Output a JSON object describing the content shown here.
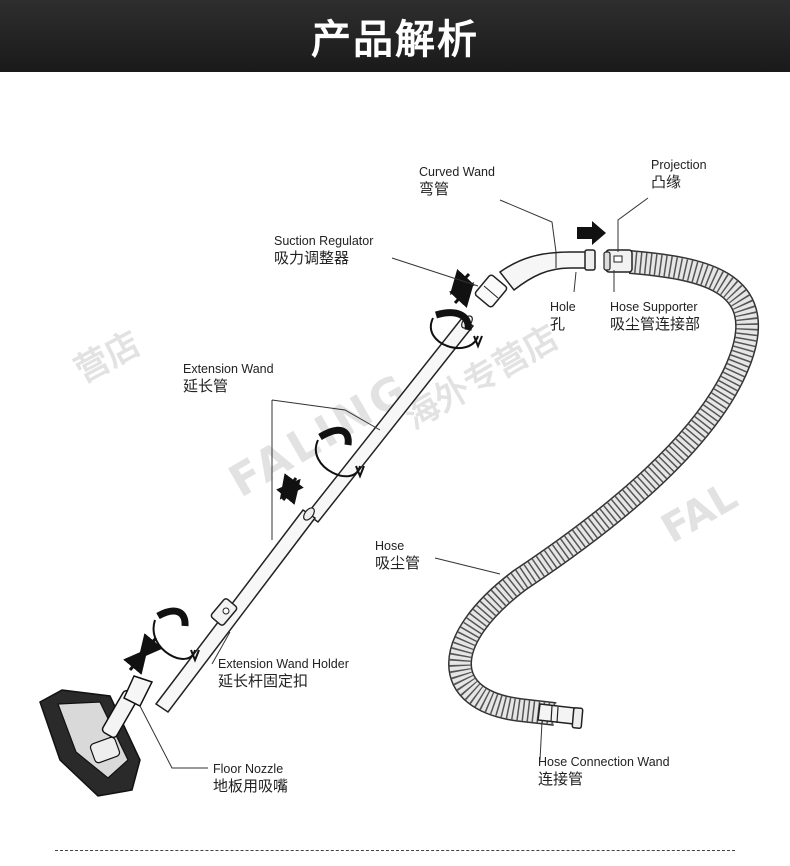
{
  "header": {
    "title": "产品解析"
  },
  "labels": {
    "curved_wand": {
      "en": "Curved Wand",
      "zh": "弯管"
    },
    "projection": {
      "en": "Projection",
      "zh": "凸缘"
    },
    "suction_regulator": {
      "en": "Suction Regulator",
      "zh": "吸力调整器"
    },
    "hole": {
      "en": "Hole",
      "zh": "孔"
    },
    "hose_supporter": {
      "en": "Hose Supporter",
      "zh": "吸尘管连接部"
    },
    "extension_wand": {
      "en": "Extension Wand",
      "zh": "延长管"
    },
    "hose": {
      "en": "Hose",
      "zh": "吸尘管"
    },
    "extension_wand_holder": {
      "en": "Extension Wand Holder",
      "zh": "延长杆固定扣"
    },
    "floor_nozzle": {
      "en": "Floor Nozzle",
      "zh": "地板用吸嘴"
    },
    "hose_connection_wand": {
      "en": "Hose Connection Wand",
      "zh": "连接管"
    }
  },
  "watermarks": {
    "shop_name": "海外专营店",
    "shop_fragment": "营店",
    "brand": "FALING",
    "brand_fragment": "FAL"
  }
}
